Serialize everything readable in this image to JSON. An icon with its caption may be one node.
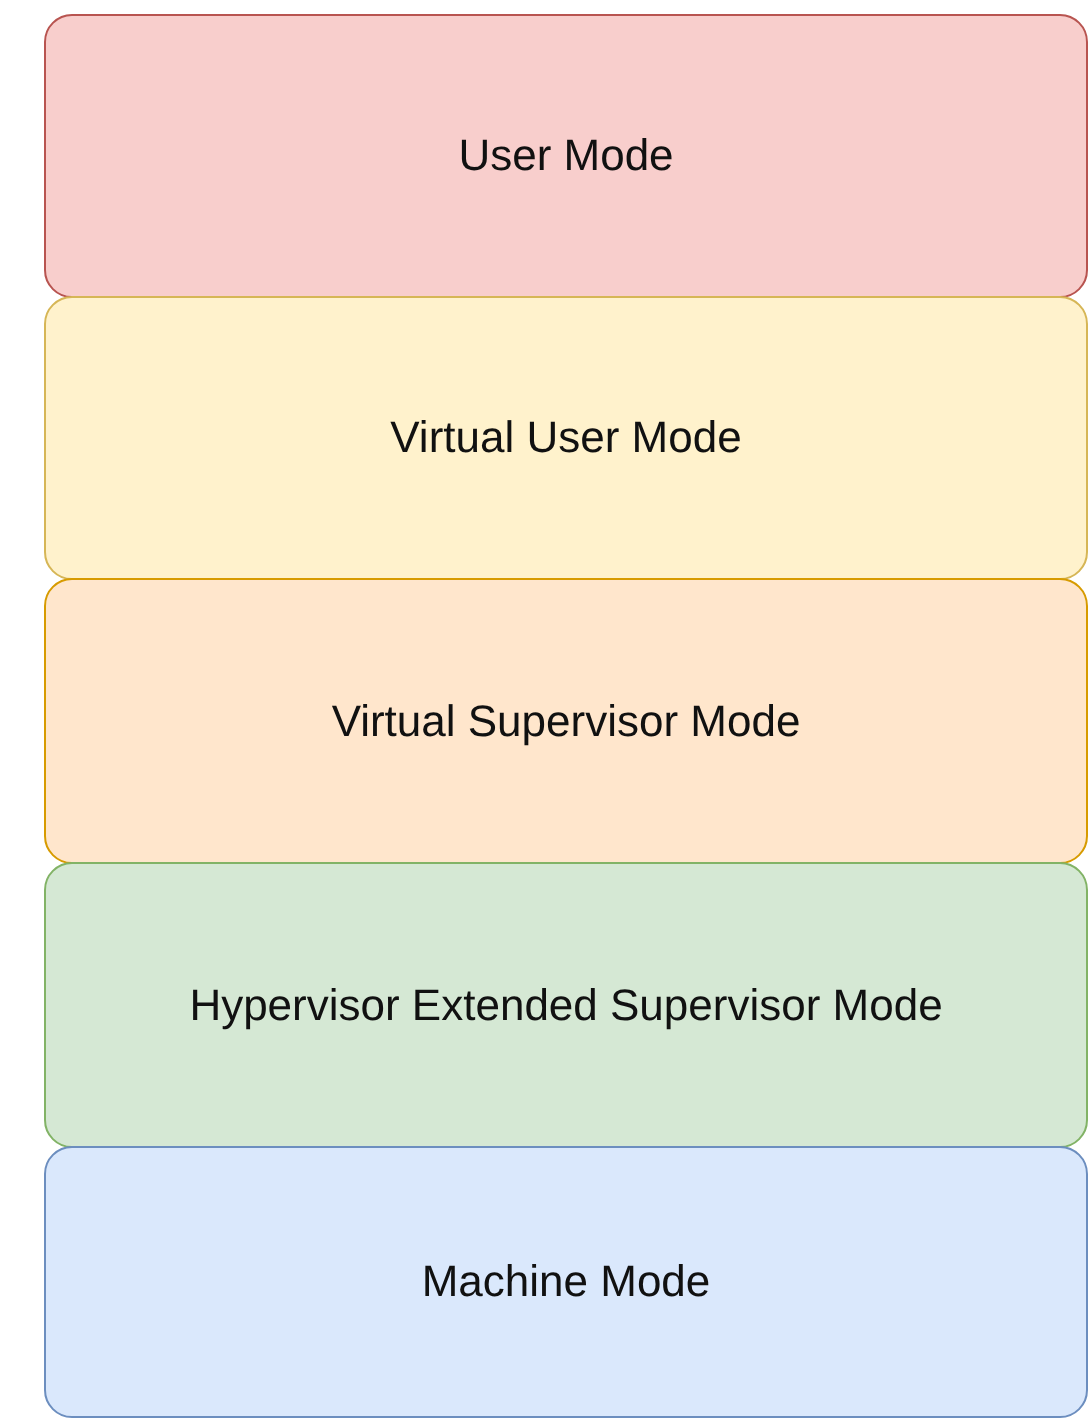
{
  "diagram": {
    "nodes": [
      {
        "text": [
          "User Mode"
        ]
      },
      {
        "text": [
          "Virtual User Mode"
        ]
      },
      {
        "text": [
          "Virtual Supervisor Mode"
        ]
      },
      {
        "text": [
          "Hypervisor Extended Supervisor Mode"
        ]
      },
      {
        "text": [
          "Machine Mode"
        ]
      }
    ]
  }
}
